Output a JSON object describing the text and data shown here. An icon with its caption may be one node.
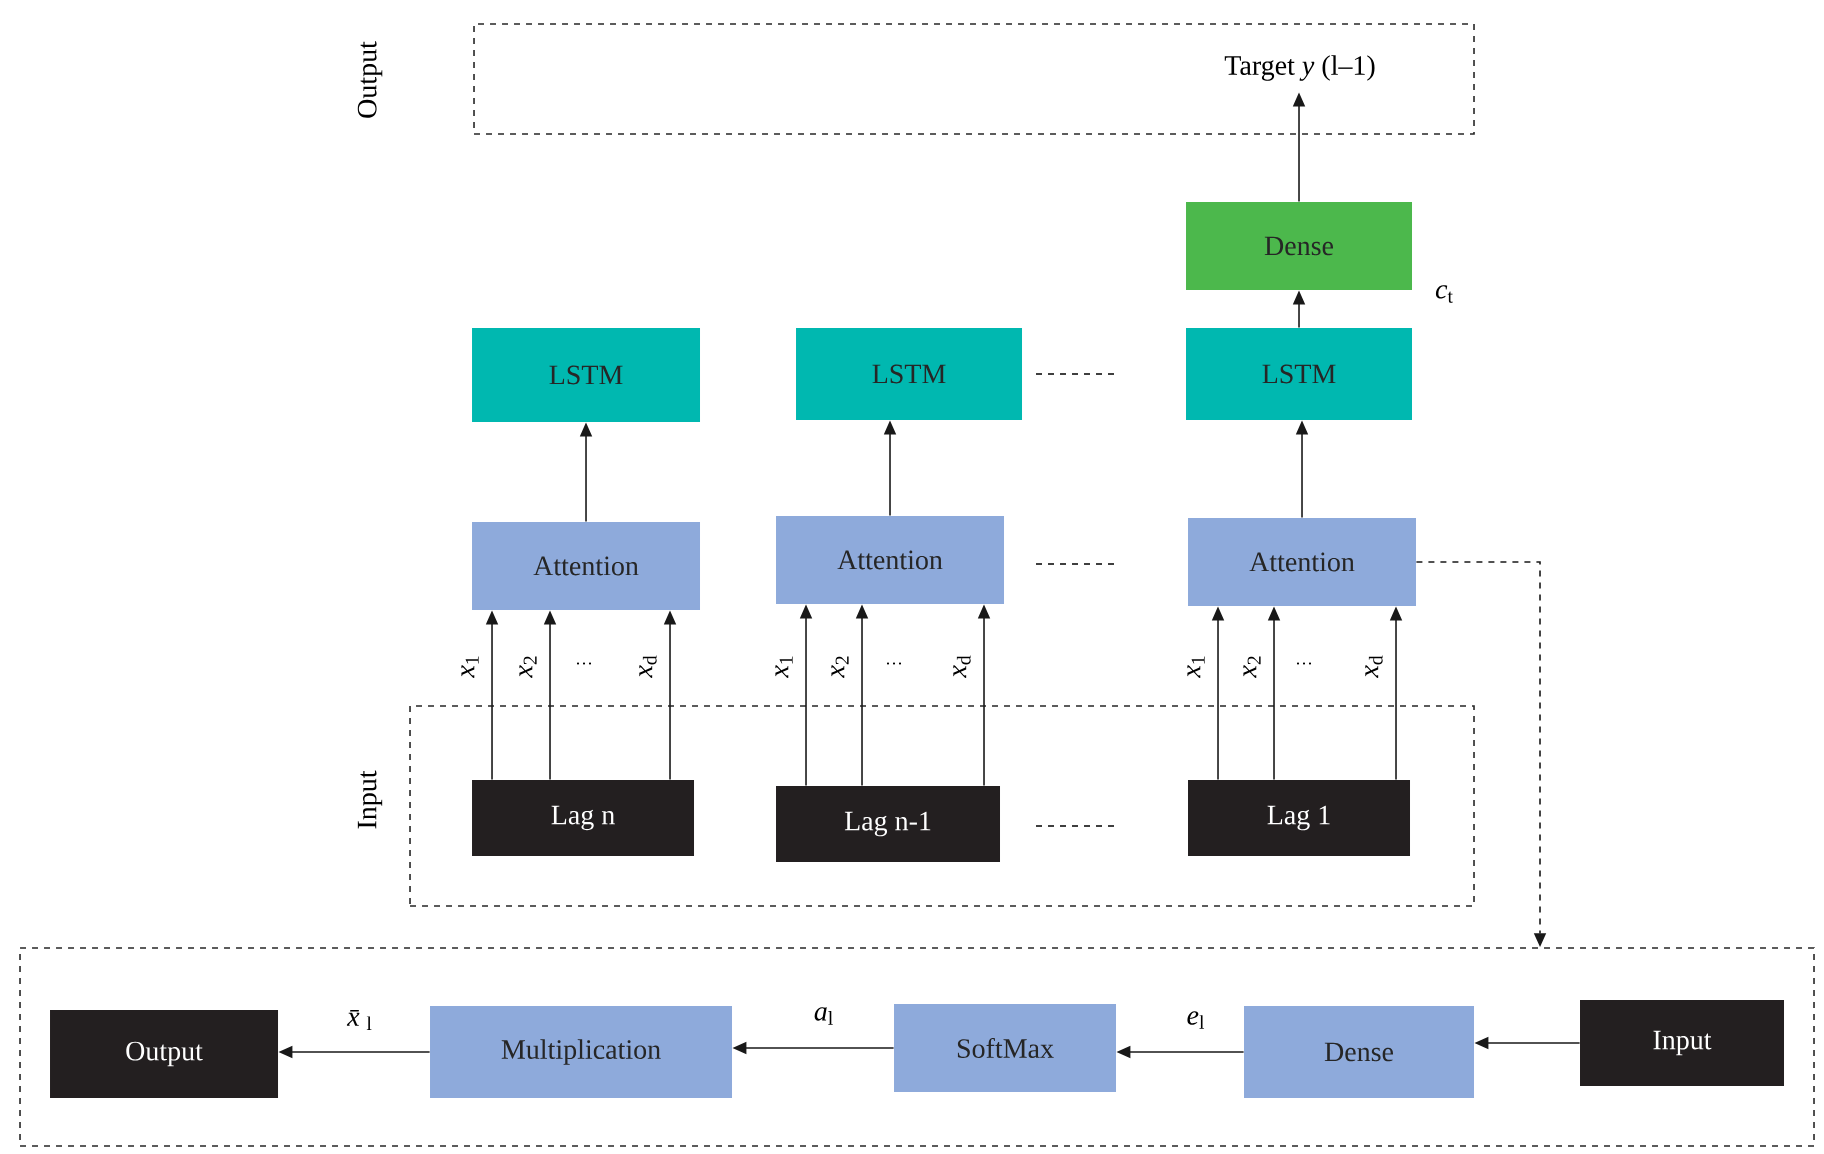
{
  "diagram": {
    "nodes": [
      {
        "text": [
          "Output"
        ]
      },
      {
        "text": [
          "Target *y* (l–1)"
        ],
        "in": 0
      },
      {
        "text": [
          "Dense"
        ],
        "beside": [
          "*c*$_{t}$"
        ]
      },
      {
        "text": [
          "LSTM"
        ]
      },
      {
        "text": [
          "LSTM"
        ]
      },
      {
        "text": [
          "LSTM"
        ]
      },
      {
        "text": [
          "Attention"
        ]
      },
      {
        "text": [
          "Attention"
        ]
      },
      {
        "text": [
          "Attention"
        ]
      },
      {
        "text": [
          "Input"
        ]
      },
      {
        "text": [
          "Lag n"
        ],
        "in": 9
      },
      {
        "text": [
          "Lag n-1"
        ],
        "in": 9
      },
      {
        "text": [
          "Lag 1"
        ],
        "in": 9
      },
      {
        "text": [],
        "shape": "box"
      },
      {
        "text": [
          "Output"
        ],
        "in": 13
      },
      {
        "text": [
          "Multiplication"
        ],
        "in": 13
      },
      {
        "text": [
          "SoftMax"
        ],
        "in": 13
      },
      {
        "text": [
          "Dense"
        ],
        "in": 13
      },
      {
        "text": [
          "Input"
        ],
        "in": 13
      }
    ],
    "edges": [
      {
        "from": 2,
        "to": 1,
        "arrow": "to"
      },
      {
        "from": 5,
        "to": 2,
        "arrow": "to"
      },
      {
        "from": 6,
        "to": 3,
        "arrow": "to"
      },
      {
        "from": 7,
        "to": 4,
        "arrow": "to"
      },
      {
        "from": 8,
        "to": 5,
        "arrow": "to"
      },
      {
        "from": 10,
        "to": 6,
        "arrow": "to",
        "label": "*x*$_{1}$"
      },
      {
        "from": 10,
        "to": 6,
        "arrow": "to",
        "label": "*x*$_{2}$"
      },
      {
        "from": 10,
        "to": 6,
        "arrow": "to",
        "label": "*x*$_{d}$"
      },
      {
        "from": 11,
        "to": 7,
        "arrow": "to",
        "label": "*x*$_{1}$"
      },
      {
        "from": 11,
        "to": 7,
        "arrow": "to",
        "label": "*x*$_{2}$"
      },
      {
        "from": 11,
        "to": 7,
        "arrow": "to",
        "label": "*x*$_{d}$"
      },
      {
        "from": 12,
        "to": 8,
        "arrow": "to",
        "label": "*x*$_{1}$"
      },
      {
        "from": 12,
        "to": 8,
        "arrow": "to",
        "label": "*x*$_{2}$"
      },
      {
        "from": 12,
        "to": 8,
        "arrow": "to",
        "label": "*x*$_{d}$"
      },
      {
        "from": 8,
        "to": 13,
        "arrow": "to",
        "style": "dashed"
      },
      {
        "from": 18,
        "to": 17,
        "arrow": "to"
      },
      {
        "from": 17,
        "to": 16,
        "arrow": "to",
        "label": "*e*$_{l}$"
      },
      {
        "from": 16,
        "to": 15,
        "arrow": "to",
        "label": "*a*$_{l}$"
      },
      {
        "from": 15,
        "to": 14,
        "arrow": "to",
        "label": "*x̄*$_{l}$"
      }
    ],
    "labels": [
      "···",
      "···",
      "···"
    ]
  }
}
